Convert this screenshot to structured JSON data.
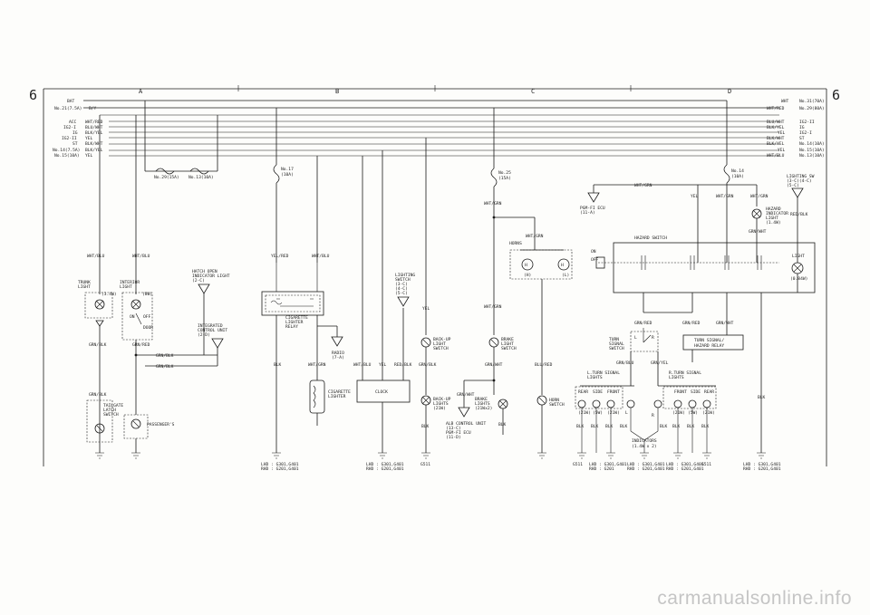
{
  "page": {
    "number_left": "6",
    "number_right": "6"
  },
  "sections": [
    "A",
    "B",
    "C",
    "D"
  ],
  "top_left_labels": {
    "line1": "BAT",
    "line2": "No.21(7.5A)",
    "line2_wire": "B/Y",
    "acc": "ACC",
    "acc_wire": "WHT/RED",
    "ig2a": "IG2-I",
    "ig2a_wire": "BLU/WHT",
    "ig1": "IG",
    "ig1_wire": "BLK/YEL",
    "ig2b": "IG2-II",
    "ig2b_wire": "YEL",
    "st": "ST",
    "st_wire": "BLK/WHT",
    "no14": "No.14(7.5A)",
    "no14_wire": "BLK/YEL",
    "no15": "No.15(10A)",
    "no15_wire": "YEL"
  },
  "top_right_labels": [
    {
      "wire": "WHT",
      "dest": "No.31(70A)"
    },
    {
      "wire": "WHT/RED",
      "dest": "No.29(80A)"
    },
    {
      "wire": "BLU/WHT",
      "dest": "IG2-II"
    },
    {
      "wire": "BLK/YEL",
      "dest": "IG"
    },
    {
      "wire": "YEL",
      "dest": "IG2-I"
    },
    {
      "wire": "BLK/WHT",
      "dest": "ST"
    },
    {
      "wire": "BLK/YEL",
      "dest": "No.14(10A)"
    },
    {
      "wire": "YEL",
      "dest": "No.15(10A)"
    },
    {
      "wire": "WHT/BLU",
      "dest": "No.13(10A)"
    }
  ],
  "fuses": {
    "f1": "No.29(15A)",
    "f2": "No.13(10A)",
    "f3": "No.17",
    "f3b": "(10A)",
    "f4": "No.25",
    "f4b": "(15A)",
    "f5": "No.14",
    "f5b": "(10A)"
  },
  "section_a": {
    "wire1": "WHT/BLU",
    "wire2": "WHT/BLU",
    "trunk": "TRUNK",
    "trunk2": "LIGHT",
    "trunk_w": "(3.4W)",
    "interior": "INTERIOR",
    "interior2": "LIGHT",
    "interior_w": "(8W)",
    "on": "ON",
    "off": "OFF",
    "door": "DOOR",
    "gbl1": "GRN/BLK",
    "gred": "GRN/RED",
    "gbl2": "GRN/BLK",
    "gbl3": "GRN/BLK",
    "gbl4": "GRN/BLK",
    "tailgate": "TAILGATE",
    "tailgate2": "LATCH",
    "tailgate3": "SWITCH",
    "passenger": "PASSENGER'S",
    "hatch": "HATCH OPEN",
    "hatch2": "INDICATOR LIGHT",
    "hatch3": "(2-C)",
    "icu": "INTEGRATED",
    "icu2": "CONTROL UNIT",
    "icu3": "(2-D)"
  },
  "section_b": {
    "yelred": "YEL/RED",
    "whtblu": "WHT/BLU",
    "cig_relay": "CIGARETTE",
    "cig_relay2": "LIGHTER",
    "cig_relay3": "RELAY",
    "blk": "BLK",
    "whtgrn": "WHT/GRN",
    "radio": "RADIO",
    "radio2": "(7-A)",
    "whtblu2": "WHT/BLU",
    "yel": "YEL",
    "redblk": "RED/BLK",
    "cig": "CIGARETTE",
    "cig2": "LIGHTER",
    "clock": "CLOCK",
    "lhd1": "LHD : G301,G401",
    "rhd1": "RHD : G201,G401",
    "lhd2": "LHD : G301,G401",
    "rhd2": "RHD : G201,G401",
    "lsw": "LIGHTING",
    "lsw2": "SWITCH",
    "lsw3": "(3-C)",
    "lsw4": "(4-C)",
    "lsw5": "(5-C)"
  },
  "section_c": {
    "whtgrn1": "WHT/GRN",
    "whtgrn2": "WHT/GRN",
    "horns": "HORNS",
    "hl": "(H)",
    "ll": "(L)",
    "whtgrn3": "WHT/GRN",
    "grnblk": "GRN/BLK",
    "yel": "YEL",
    "backup": "BACK-UP",
    "backup2": "LIGHT",
    "backup3": "SWITCH",
    "brake": "BRAKE",
    "brake2": "LIGHT",
    "brake3": "SWITCH",
    "grnwht": "GRN/WHT",
    "blured": "BLU/RED",
    "grnwht2": "GRN/WHT",
    "bul": "BACK-UP",
    "bul2": "LIGHTS",
    "bul3": "(21W)",
    "brl": "BRAKE",
    "brl2": "LIGHTS",
    "brl3": "(21Wx2)",
    "horn_sw": "HORN",
    "horn_sw2": "SWITCH",
    "blk1": "BLK",
    "blk2": "BLK",
    "alb": "ALB CONTROL UNIT",
    "alb2": "(13-C)",
    "pgm": "PGM-FI ECU",
    "pgm2": "(11-D)",
    "g511": "G511"
  },
  "section_d": {
    "whtgrn": "WHT/GRN",
    "pgmfi": "PGM-FI ECU",
    "pgmfi2": "(11-A)",
    "yel": "YEL",
    "whtgrn2": "WHT/GRN",
    "whtgrn3": "WHT/GRN",
    "hazard_ind": "HAZARD",
    "hazard_ind2": "INDICATOR",
    "hazard_ind3": "LIGHT",
    "hazard_ind4": "(1.4W)",
    "redblk": "RED/BLK",
    "lighting": "LIGHTING SW",
    "lighting2": "(3-C)(4-C)",
    "lighting3": "(5-C)",
    "grnwht": "GRN/WHT",
    "hazard_sw": "HAZARD SWITCH",
    "on": "ON",
    "off": "OFF",
    "light": "LIGHT",
    "light_w": "(0.84W)",
    "grnred1": "GRN/RED",
    "grnred2": "GRN/RED",
    "grnwht2": "GRN/WHT",
    "turn_sig": "TURN",
    "turn_sig2": "SIGNAL",
    "turn_sig3": "SWITCH",
    "l": "L",
    "r": "R",
    "relay": "TURN SIGNAL/",
    "relay2": "HAZARD RELAY",
    "grnblu": "GRN/BLU",
    "grnyel": "GRN/YEL",
    "lturn": "L.TURN SIGNAL",
    "lturn2": "LIGHTS",
    "rturn": "R.TURN SIGNAL",
    "rturn2": "LIGHTS",
    "rear": "REAR",
    "side": "SIDE",
    "front": "FRONT",
    "w21": "(21W)",
    "w5": "(5W)",
    "blk": "BLK",
    "indicators": "INDICATORS",
    "indicators2": "(1.4W x 2)",
    "g511": "G511",
    "lhd_a": "LHD : G301,G401",
    "rhd_a": "RHD : G201",
    "lhd_b": "LHD : G301,G401",
    "rhd_b": "RHD : G201,G401",
    "lhd_c": "LHD : G301,G401",
    "rhd_c": "RHD : G201,G401",
    "g511b": "G511",
    "blk_r": "BLK",
    "lhd_d": "LHD : G301,G401",
    "rhd_d": "RHD : G201,G401"
  },
  "watermark": "carmanualsonline.info"
}
